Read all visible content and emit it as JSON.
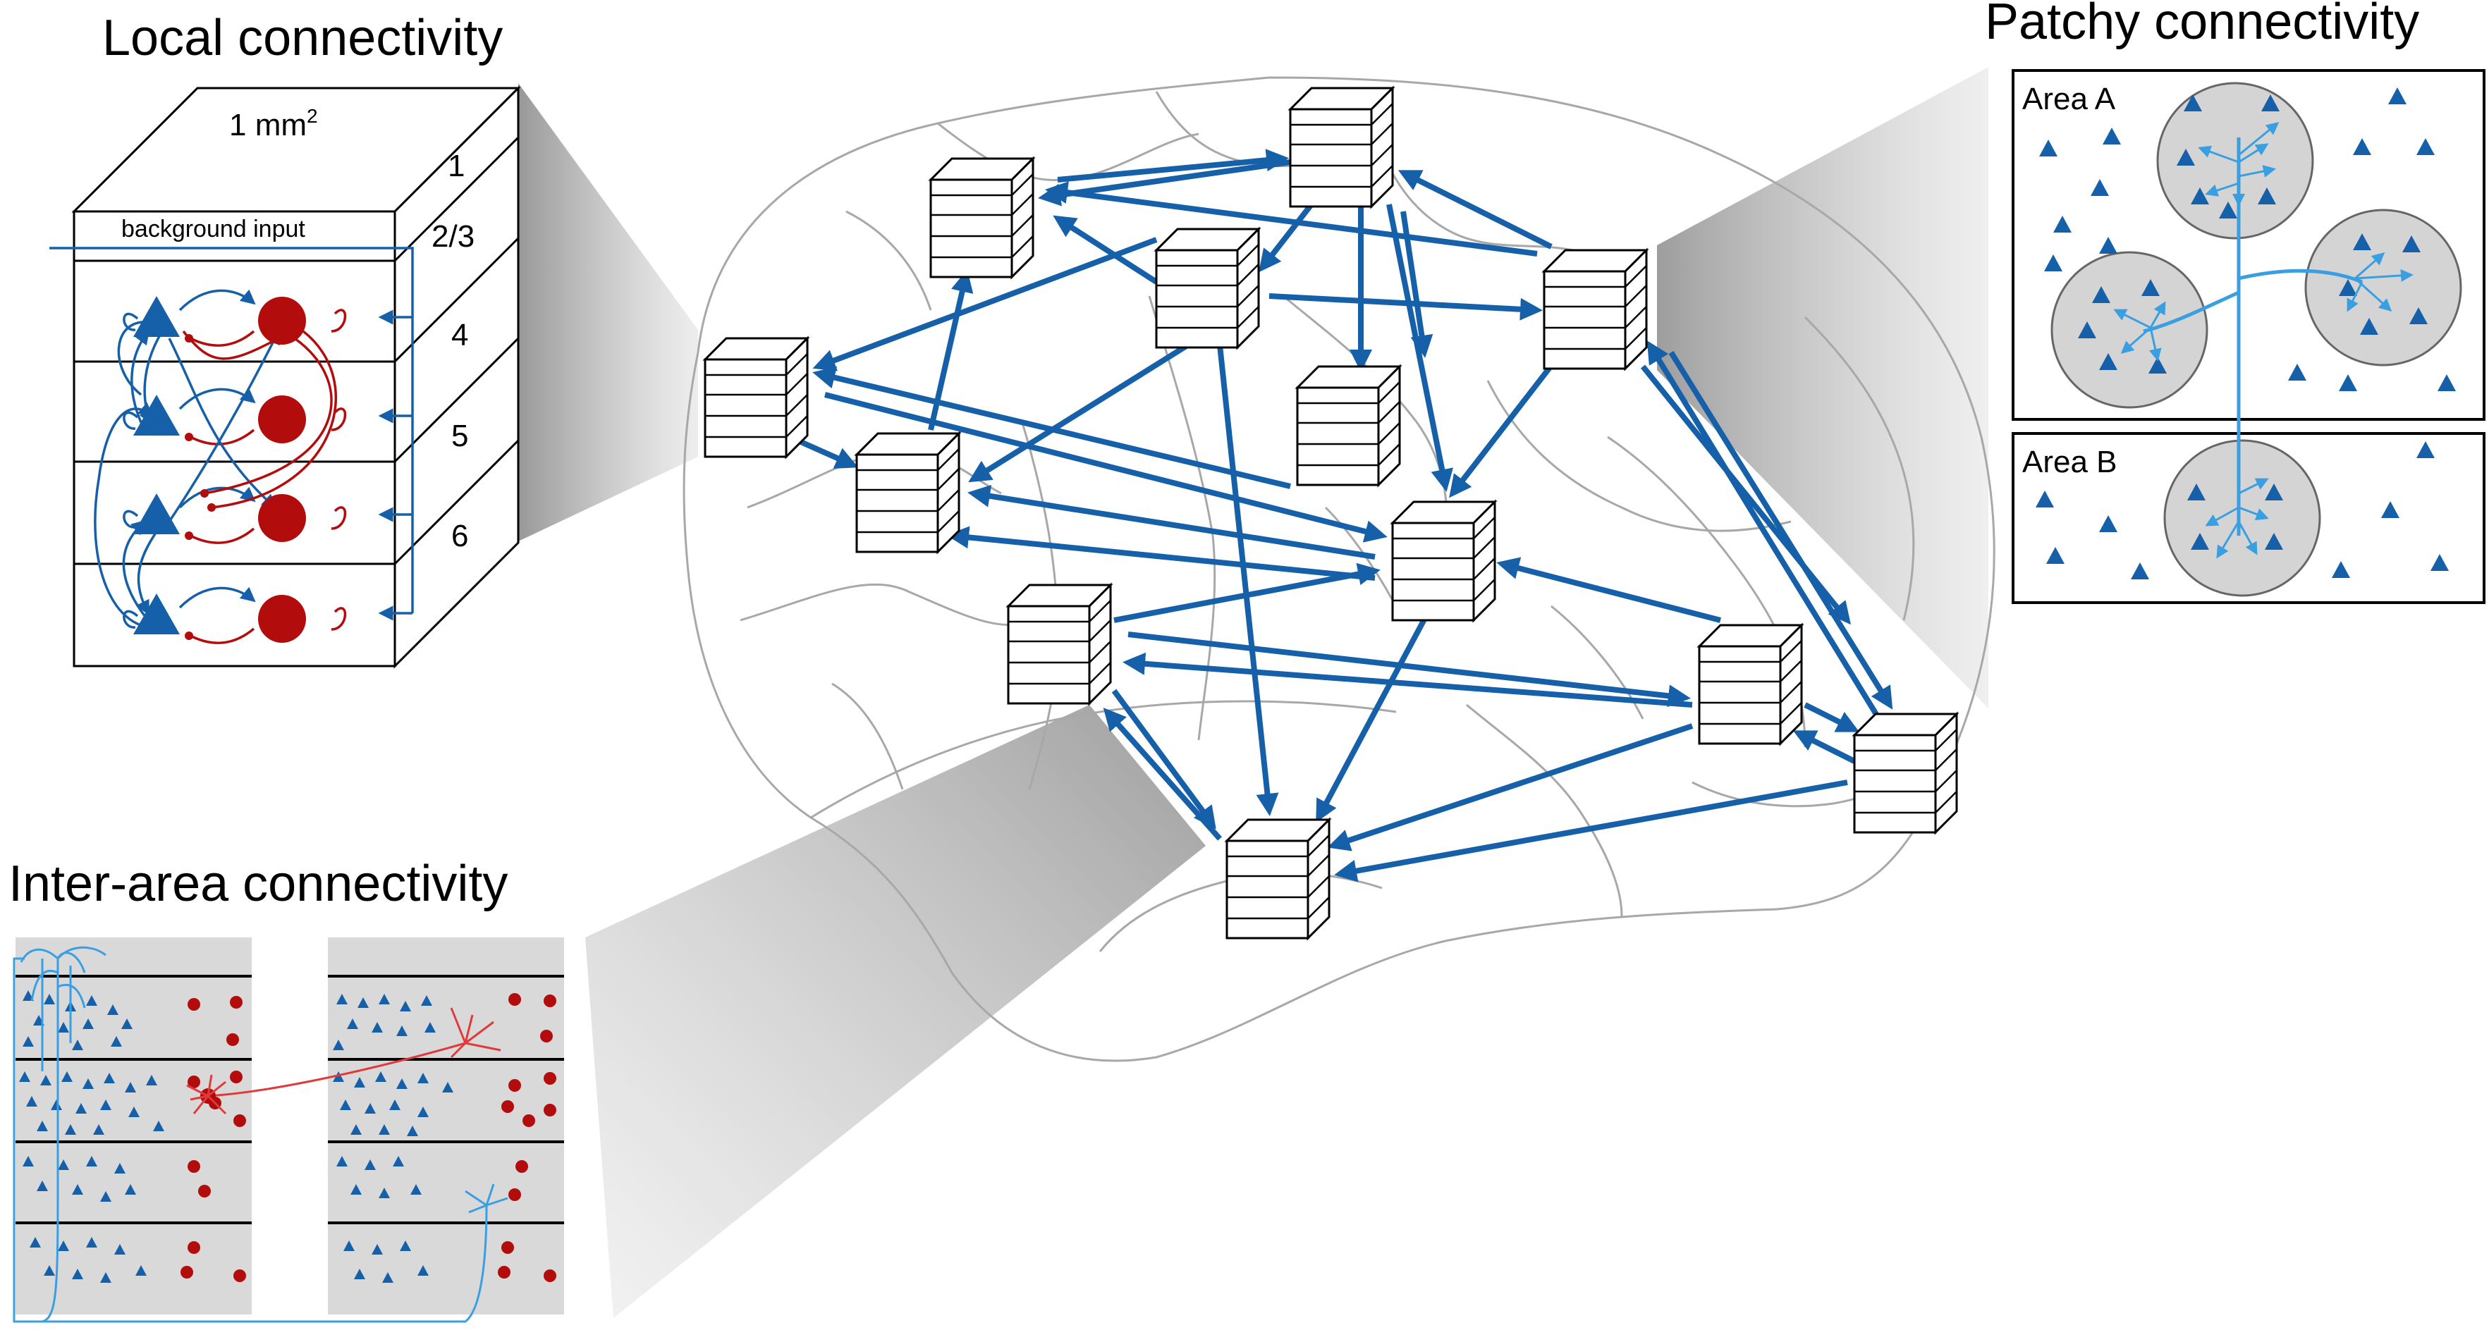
{
  "titles": {
    "local": "Local connectivity",
    "patchy": "Patchy connectivity",
    "inter": "Inter-area connectivity"
  },
  "column": {
    "area": "1 mm",
    "area_sup": "2",
    "background": "background input",
    "layers": [
      "1",
      "2/3",
      "4",
      "5",
      "6"
    ]
  },
  "patchy": {
    "area_a": "Area A",
    "area_b": "Area B"
  },
  "colors": {
    "excitatory": "#1560a8",
    "inhibitory": "#b30c0c",
    "light_blue": "#3a9fe0",
    "light_red": "#e03a3a",
    "gray_fill": "#d9d9d9",
    "patch_fill": "#d4d4d4"
  }
}
